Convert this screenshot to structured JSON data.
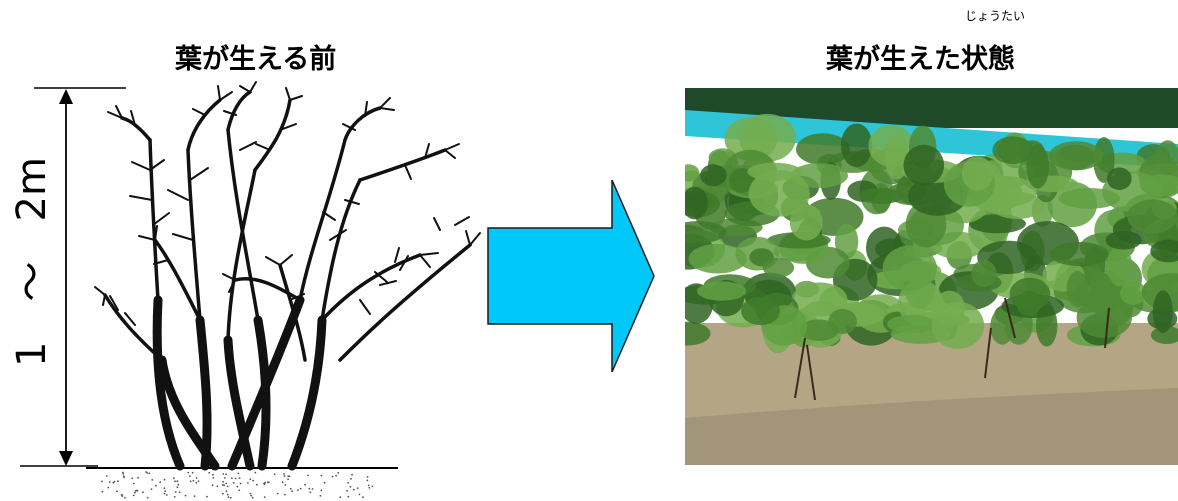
{
  "ruby_text": "じょうたい",
  "left_panel": {
    "title": "葉が生える前",
    "height_label": "1　～　2m",
    "trunk_color": "#111111",
    "ground_color": "#000000"
  },
  "arrow": {
    "fill_color": "#00c8f8",
    "stroke_color": "#1a1a1a"
  },
  "right_panel": {
    "title": "葉が生えた状態",
    "colors": {
      "sky": "#1e4a2a",
      "fence": "#2ec5d8",
      "foliage": "#4f8a35",
      "straw": "#b4a585",
      "soil": "#9a8e74"
    }
  }
}
